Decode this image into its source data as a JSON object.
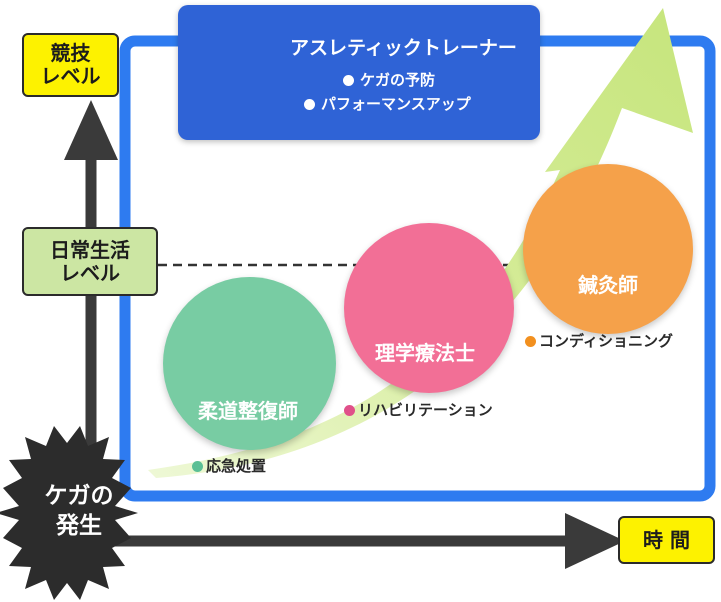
{
  "labels": {
    "sports_level": [
      "競技",
      "レベル"
    ],
    "daily_level": [
      "日常生活",
      "レベル"
    ],
    "time": "時 間",
    "injury": [
      "ケガの",
      "発生"
    ]
  },
  "trainer": {
    "title": "アスレティックトレーナー",
    "bullets": [
      "ケガの予防",
      "パフォーマンスアップ"
    ]
  },
  "stages": [
    {
      "title": "柔道整復師",
      "note": "応急処置",
      "color": "#78cca3",
      "icon": "judo-therapy-icon"
    },
    {
      "title": "理学療法士",
      "note": "リハビリテーション",
      "color": "#f26f96",
      "icon": "physical-therapy-icon"
    },
    {
      "title": "鍼灸師",
      "note": "コンディショニング",
      "color": "#f5a14a",
      "icon": "acupuncture-icon"
    }
  ],
  "colors": {
    "frame_blue": "#2e7bf0",
    "trainer_blue": "#2f63d6",
    "arrow_green": "#d7ee9c",
    "label_yellow": "#fdf200",
    "label_green": "#cce6a3",
    "axis_dark": "#3a3a3a",
    "star_dark": "#2c2c2c"
  }
}
